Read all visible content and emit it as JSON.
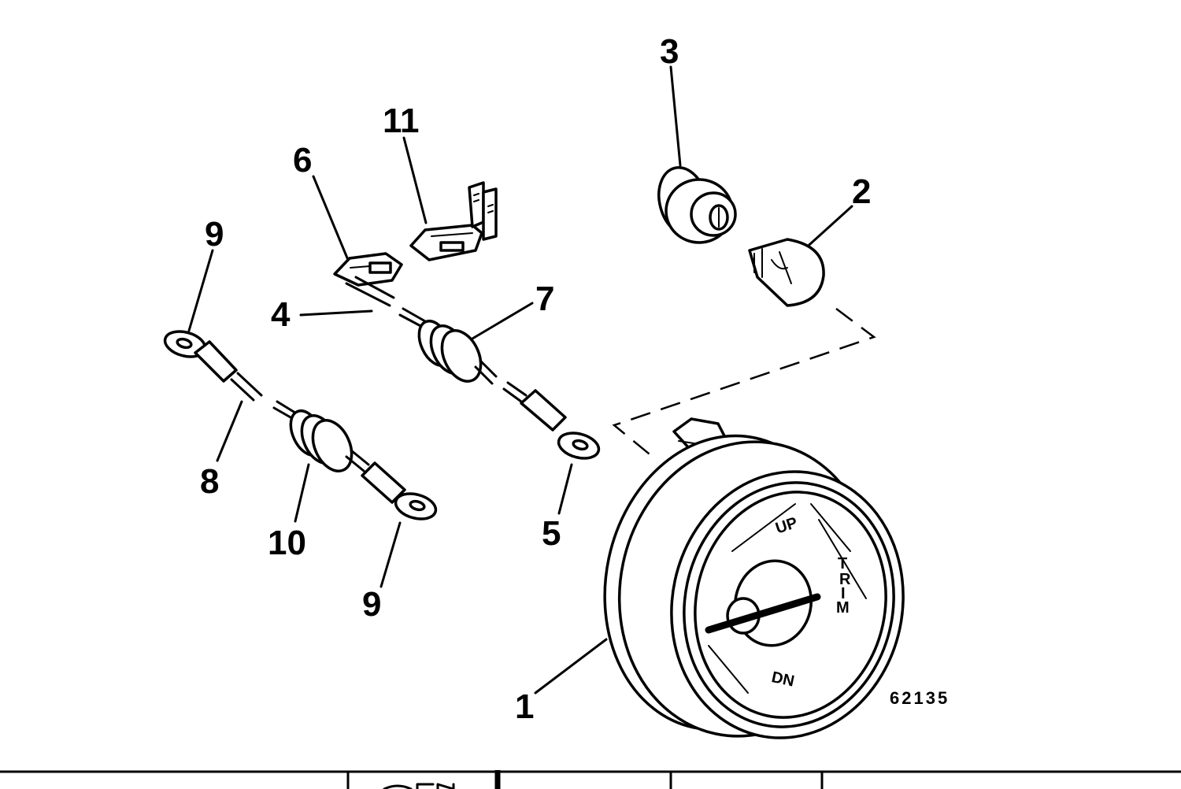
{
  "diagram": {
    "callouts": {
      "c1": "1",
      "c2": "2",
      "c3": "3",
      "c4": "4",
      "c5": "5",
      "c6": "6",
      "c7": "7",
      "c8": "8",
      "c9a": "9",
      "c9b": "9",
      "c10": "10",
      "c11": "11"
    },
    "gauge": {
      "up_label": "UP",
      "dn_label": "DN",
      "trim_label": [
        "T",
        "R",
        "I",
        "M"
      ]
    },
    "figure_number": "62135"
  }
}
